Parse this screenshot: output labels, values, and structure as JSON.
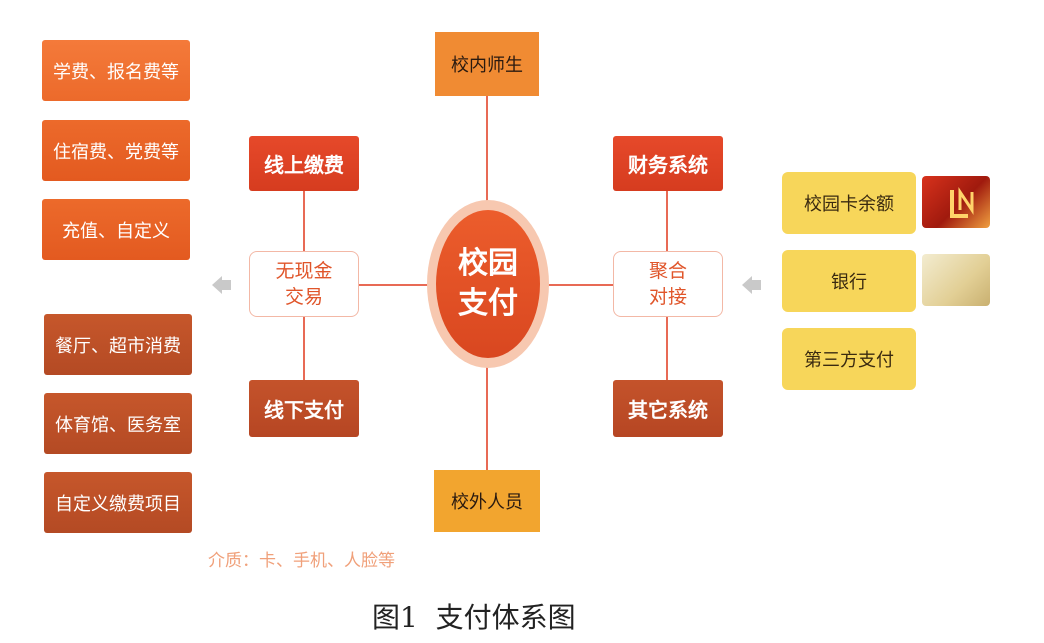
{
  "center": {
    "line1": "校园",
    "line2": "支付"
  },
  "top_box": "校内师生",
  "bottom_box": "校外人员",
  "left": {
    "hub_line1": "无现金",
    "hub_line2": "交易",
    "online": "线上缴费",
    "offline": "线下支付",
    "online_items": [
      "学费、报名费等",
      "住宿费、党费等",
      "充值、自定义"
    ],
    "offline_items": [
      "餐厅、超市消费",
      "体育馆、医务室",
      "自定义缴费项目"
    ]
  },
  "right": {
    "hub_line1": "聚合",
    "hub_line2": "对接",
    "finance": "财务系统",
    "other": "其它系统",
    "sources": [
      "校园卡余额",
      "银行",
      "第三方支付"
    ]
  },
  "note": "介质：卡、手机、人脸等",
  "caption": "图1  支付体系图"
}
